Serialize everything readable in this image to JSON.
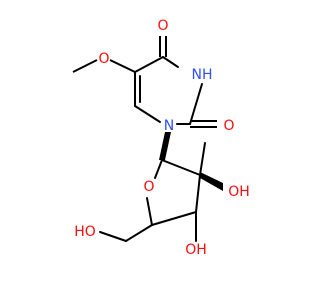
{
  "molecule": {
    "atoms": {
      "o_carbonyl_top": "O",
      "nh": "NH",
      "o_carbonyl_right": "O",
      "n1": "N",
      "o_methoxy": "O",
      "o_ring": "O",
      "oh_2prime": "OH",
      "oh_3prime": "OH",
      "ho_5prime": "HO"
    },
    "colors": {
      "bond": "#000000",
      "oxygen": "#ff0d0d",
      "nitrogen": "#3050f8"
    }
  }
}
